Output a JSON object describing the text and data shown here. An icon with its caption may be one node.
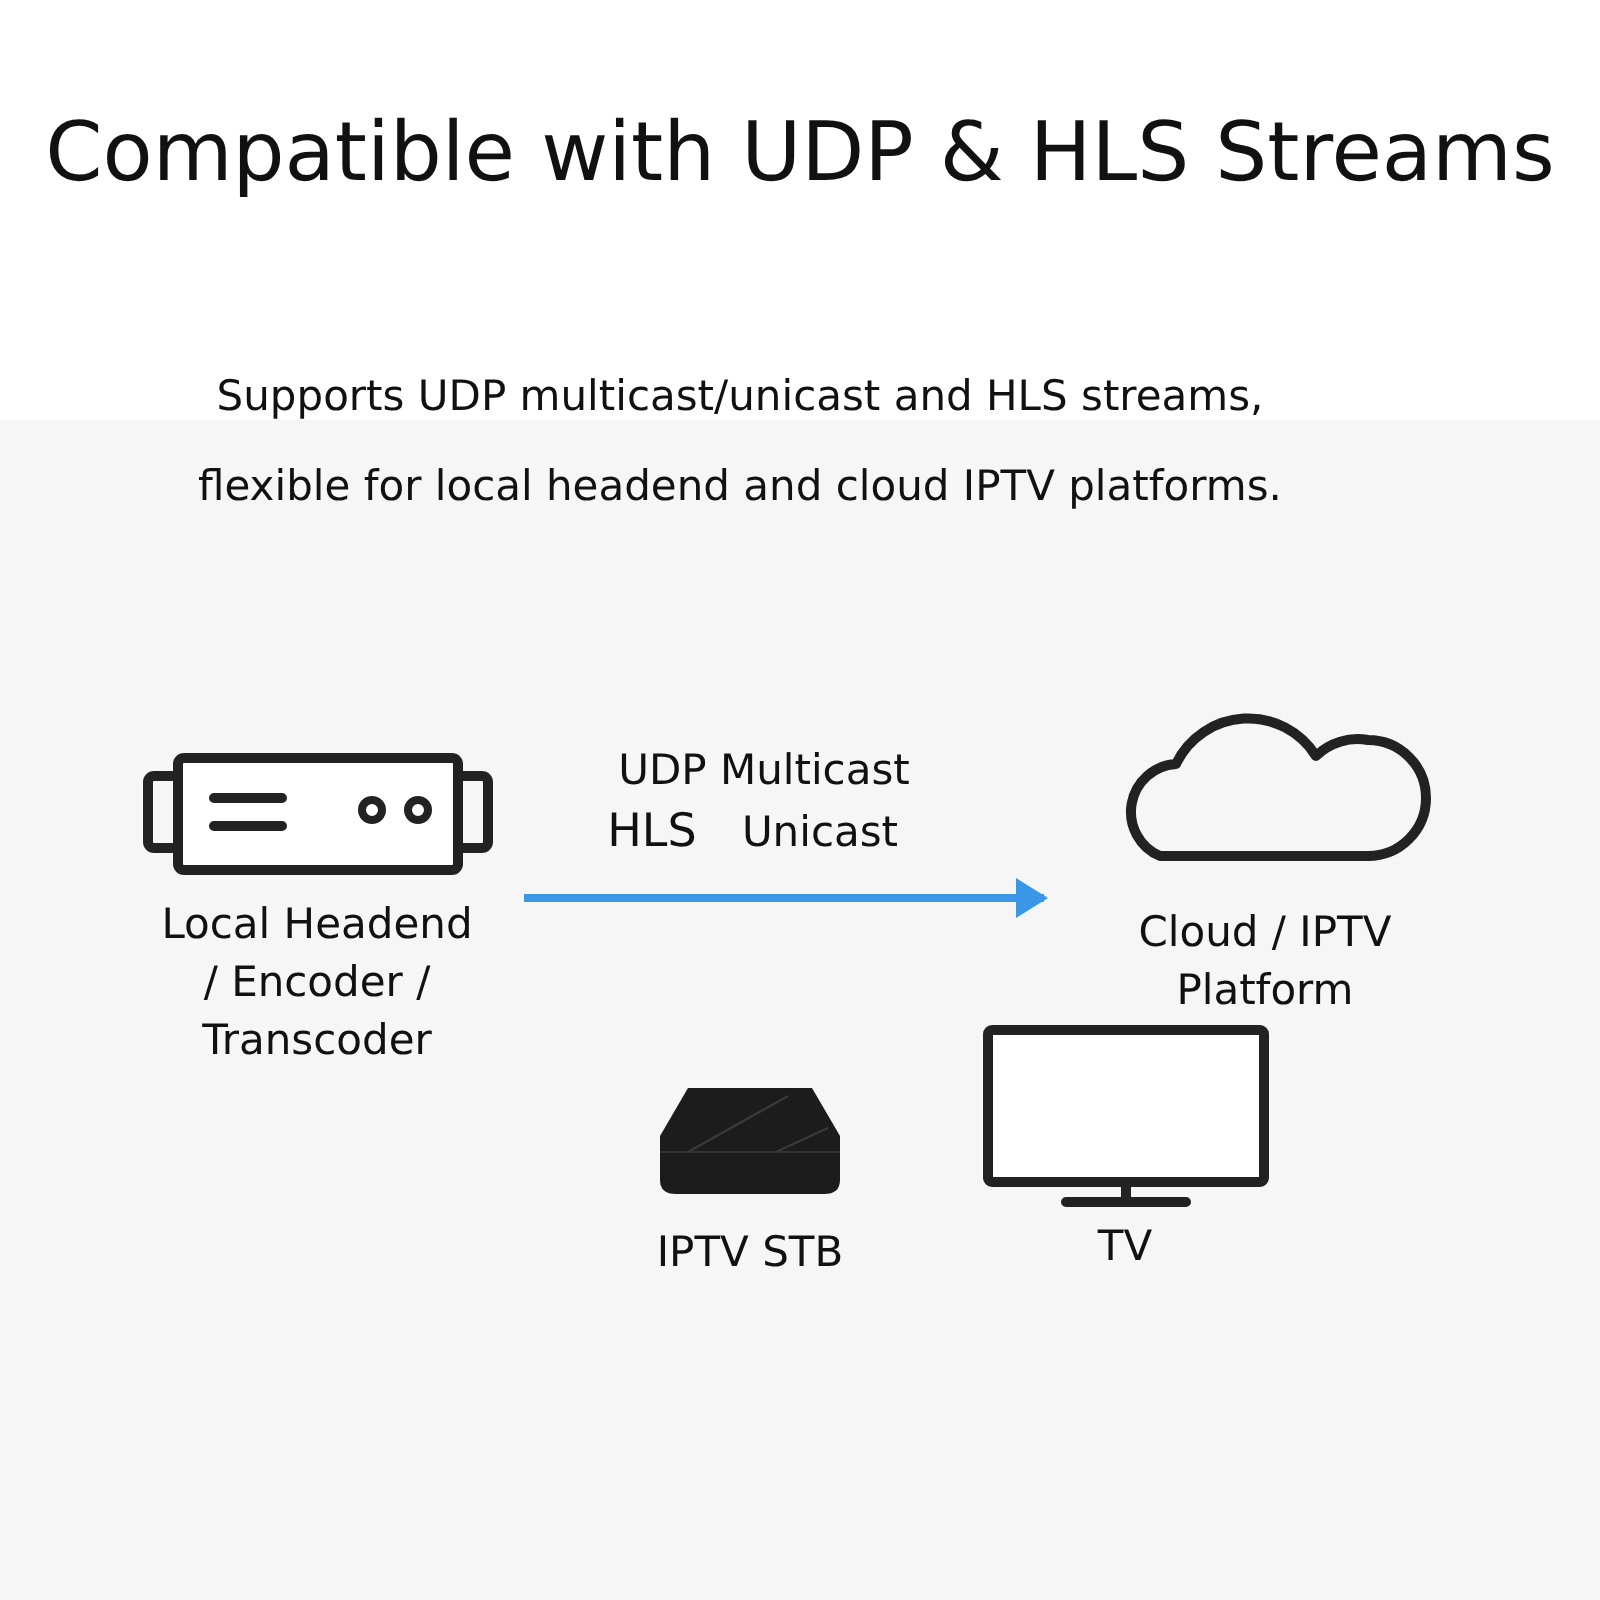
{
  "diagram": {
    "title": "Compatible with UDP & HLS Streams",
    "nodes": [
      {
        "text": [
          "Local Headend / Encoder / Transcoder"
        ]
      },
      {
        "text": [
          "Cloud / IPTV Platform"
        ]
      },
      {
        "text": [
          "IPTV STB"
        ]
      },
      {
        "text": [
          "TV"
        ]
      }
    ],
    "edges": [
      {
        "from": 0,
        "to": 1,
        "arrow": "to",
        "color": "#3a97e8"
      }
    ],
    "labels": [
      "Supports UDP multicast/unicast and HLS streams, flexible for local headend and cloud IPTV platforms.",
      "UDP Multicast",
      "HLS",
      "Unicast"
    ]
  }
}
